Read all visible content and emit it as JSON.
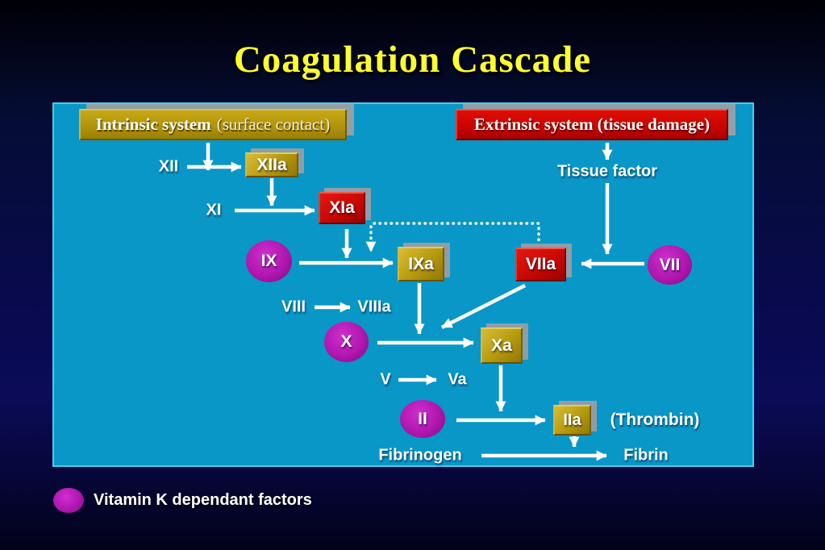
{
  "title": "Coagulation Cascade",
  "diagram": {
    "intrinsic_header": {
      "bold": "Intrinsic system",
      "detail": "(surface contact)"
    },
    "extrinsic_header": "Extrinsic system (tissue damage)",
    "nodes": {
      "xii": "XII",
      "xiia": "XIIa",
      "xi": "XI",
      "xia": "XIa",
      "ix": "IX",
      "ixa": "IXa",
      "viia": "VIIa",
      "vii": "VII",
      "tissue_factor": "Tissue factor",
      "viii": "VIII",
      "viiia": "VIIIa",
      "x": "X",
      "xa": "Xa",
      "v": "V",
      "va": "Va",
      "ii": "II",
      "iia": "IIa",
      "thrombin": "(Thrombin)",
      "fibrinogen": "Fibrinogen",
      "fibrin": "Fibrin"
    }
  },
  "legend": {
    "label": "Vitamin K dependant factors"
  },
  "colors": {
    "panel": "#0897c7",
    "panel_border": "#49cce8",
    "gold": "#b5990f",
    "red": "#c50702",
    "purple": "#b016b0",
    "title_yellow": "#ffff2e",
    "arrow": "#ffffff"
  }
}
